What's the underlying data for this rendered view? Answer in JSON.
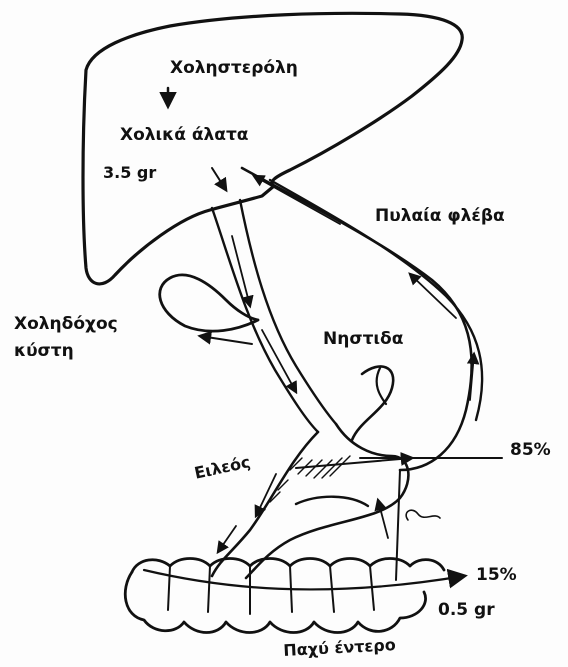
{
  "labels": {
    "cholesterol": "Χοληστερόλη",
    "bile_salts": "Χολικά άλατα",
    "liver_amount": "3.5 gr",
    "portal_vein": "Πυλαία φλέβα",
    "gallbladder_line1": "Χοληδόχος",
    "gallbladder_line2": "κύστη",
    "jejunum": "Νηστιδα",
    "ileum": "Ειλεός",
    "reabsorbed_percent": "85%",
    "excreted_percent": "15%",
    "excreted_amount": "0.5 gr",
    "large_intestine": "Παχύ έντερο"
  },
  "colors": {
    "ink": "#111111",
    "paper": "#fdfdfd"
  }
}
